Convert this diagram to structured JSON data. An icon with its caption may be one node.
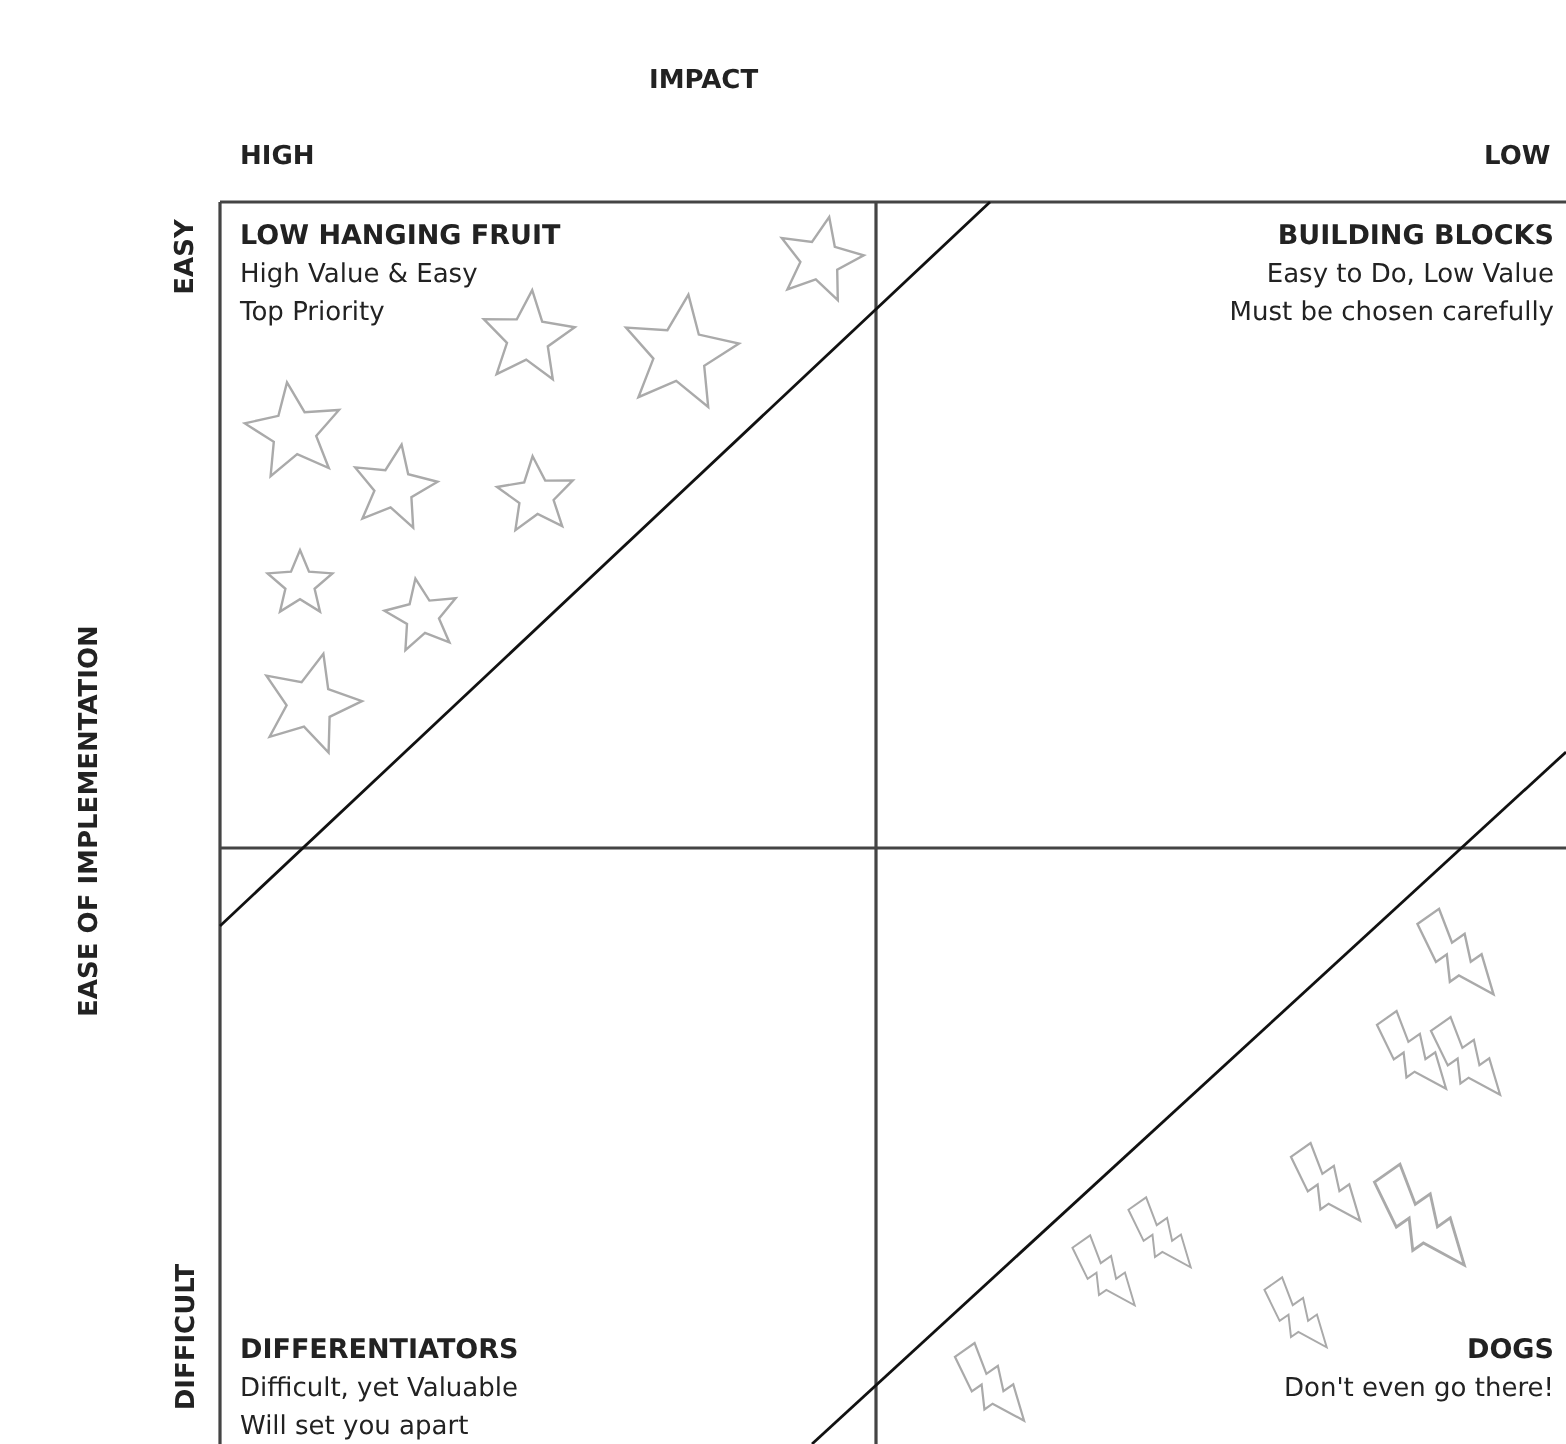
{
  "diagram": {
    "nodes": [
      {
        "text": [
          "LOW HANGING FRUIT",
          "High Value & Easy",
          "Top Priority"
        ]
      },
      {
        "text": [
          "BUILDING BLOCKS",
          "Easy to Do, Low Value",
          "Must be chosen carefully"
        ]
      },
      {
        "text": [
          "DIFFERENTIATORS",
          "Difficult, yet Valuable",
          "Will set you apart"
        ]
      },
      {
        "text": [
          "DOGS",
          "Don't even go there!"
        ]
      }
    ],
    "labels": [
      "IMPACT",
      "HIGH",
      "LOW",
      "EASE OF IMPLEMENTATION",
      "EASY",
      "DIFFICULT"
    ]
  }
}
